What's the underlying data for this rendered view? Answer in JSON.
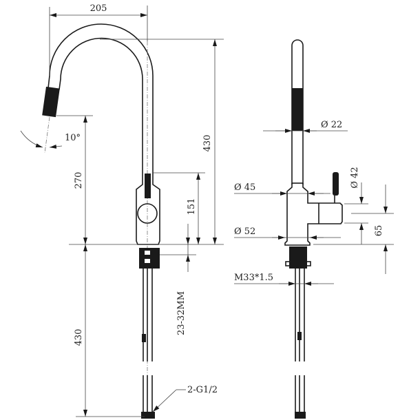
{
  "side_view": {
    "reach": "205",
    "total_height": "430",
    "spout_clearance": "270",
    "spray_angle": "10°",
    "handle_height": "151",
    "mount_thickness": "23-32MM",
    "hose_length": "430",
    "connector": "2-G1/2"
  },
  "front_view": {
    "spout_diameter": "Ø 22",
    "body_upper_diameter": "Ø 45",
    "handle_diameter": "Ø 42",
    "base_diameter": "Ø 52",
    "handle_offset": "65",
    "thread": "M33*1.5"
  },
  "colors": {
    "line": "#1a1a1a",
    "background": "#ffffff"
  }
}
